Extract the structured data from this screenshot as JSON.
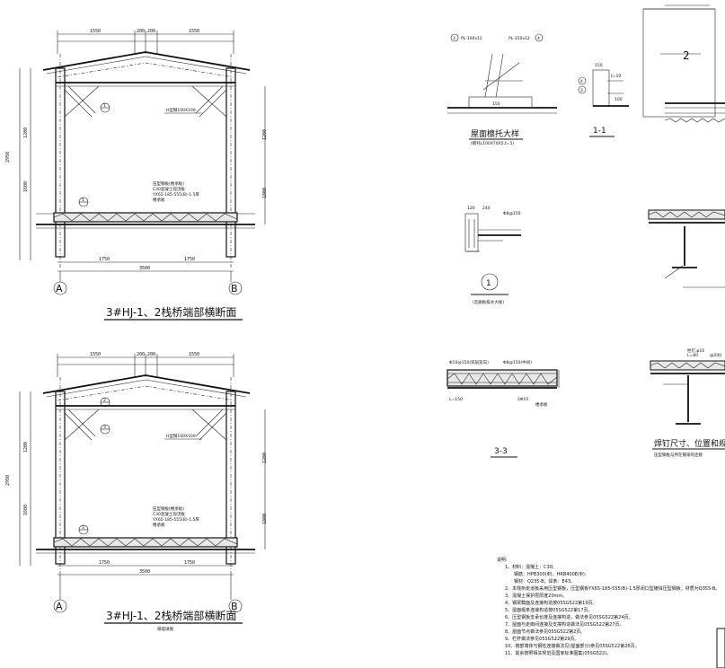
{
  "drawing": {
    "elevation_1": {
      "title": "3#HJ-1、2栈桥端部横断面",
      "subtitle": "",
      "axis_left": "A",
      "axis_right": "B",
      "dims_top": [
        "1550",
        "200",
        "200",
        "1550"
      ],
      "dims_bottom": [
        "1750",
        "1750"
      ],
      "total_width": "3500",
      "dims_right": [
        "1200",
        "1800"
      ],
      "dims_left": [
        "2950",
        "1600",
        "1200"
      ],
      "height_left": "2950",
      "beam_label": "H型钢100X100",
      "note_lines": [
        "压型钢板(楼承板)",
        "C30混凝土现浇板",
        "YX65-185-555(B)-1.5厚",
        "楼承板"
      ]
    },
    "elevation_2": {
      "title": "3#HJ-1、2栈桥端部横断面",
      "subtitle": "隔墙详图",
      "axis_left": "A",
      "axis_right": "B",
      "dims_top": [
        "1550",
        "200",
        "200",
        "1550"
      ],
      "dims_bottom": [
        "1750",
        "1750"
      ],
      "total_width": "3500",
      "dims_right": [
        "1200",
        "1800"
      ],
      "dims_left": [
        "2950",
        "1600",
        "1200"
      ],
      "height_left": "2950",
      "beam_label": "H型钢100X100",
      "note_lines": [
        "压型钢板(楼承板)",
        "C30混凝土现浇板",
        "YX65-185-555(B)-1.5厚",
        "楼承板"
      ]
    },
    "detail_roof": {
      "title": "屋面檩托大样",
      "subtitle": "(檩托L100X70X5,t=5)",
      "labels": [
        "PL-100x12",
        "PL-150x12",
        "150"
      ]
    },
    "section_1_1": {
      "title": "1-1",
      "labels": [
        "150",
        "t=10",
        "100"
      ]
    },
    "section_2": {
      "number": "2"
    },
    "detail_1": {
      "number": "1",
      "title": "(走廊板排水大样)",
      "labels": [
        "120",
        "240",
        "Φ8@150"
      ]
    },
    "section_3_3": {
      "title": "3-3",
      "labels": [
        "Φ10@150(双层双向)",
        "Φ8@150(中间)",
        "L=150",
        "2Φ10",
        "楼承板"
      ]
    },
    "detail_stud": {
      "title": "焊钉尺寸、位置和规格",
      "subtitle": "压型钢板与所在钢梁的连接",
      "labels": [
        "栓钉,φ16",
        "L=80",
        "@200"
      ]
    },
    "notes": {
      "heading": "说明:",
      "items": [
        "1、材料：混凝土：C30;",
        "　　钢筋：HPB300(Φ)，HRB400E(Φ);",
        "　　钢材：Q235-B；焊条：E43。",
        "2、本栈桥走道板采用压型钢板，压型钢板YX65-185-555(B)-1.5厚闭口型镀锌压型钢板，材质为Q355-B。",
        "3、混凝土保护层厚度20mm。",
        "4、钢梁截面及连接构造按05SG522第19页。",
        "5、屋面檩条连接构造按05SG522第17页。",
        "6、压型钢板支承长度及连接构造，做法参见05SG522第24页。",
        "7、屋面与走廊间连接及支撑构造做法见05SG522第27页。",
        "8、屋面节点做法参见05SG522第2页。",
        "9、栏杆做法参见05SG522第29页。",
        "10、端部墙体与钢柱连接做法见(屋面部分)参见05SG522第26页。",
        "11、其余按照相关规范及国家标准图集(05SG522)。"
      ]
    }
  }
}
